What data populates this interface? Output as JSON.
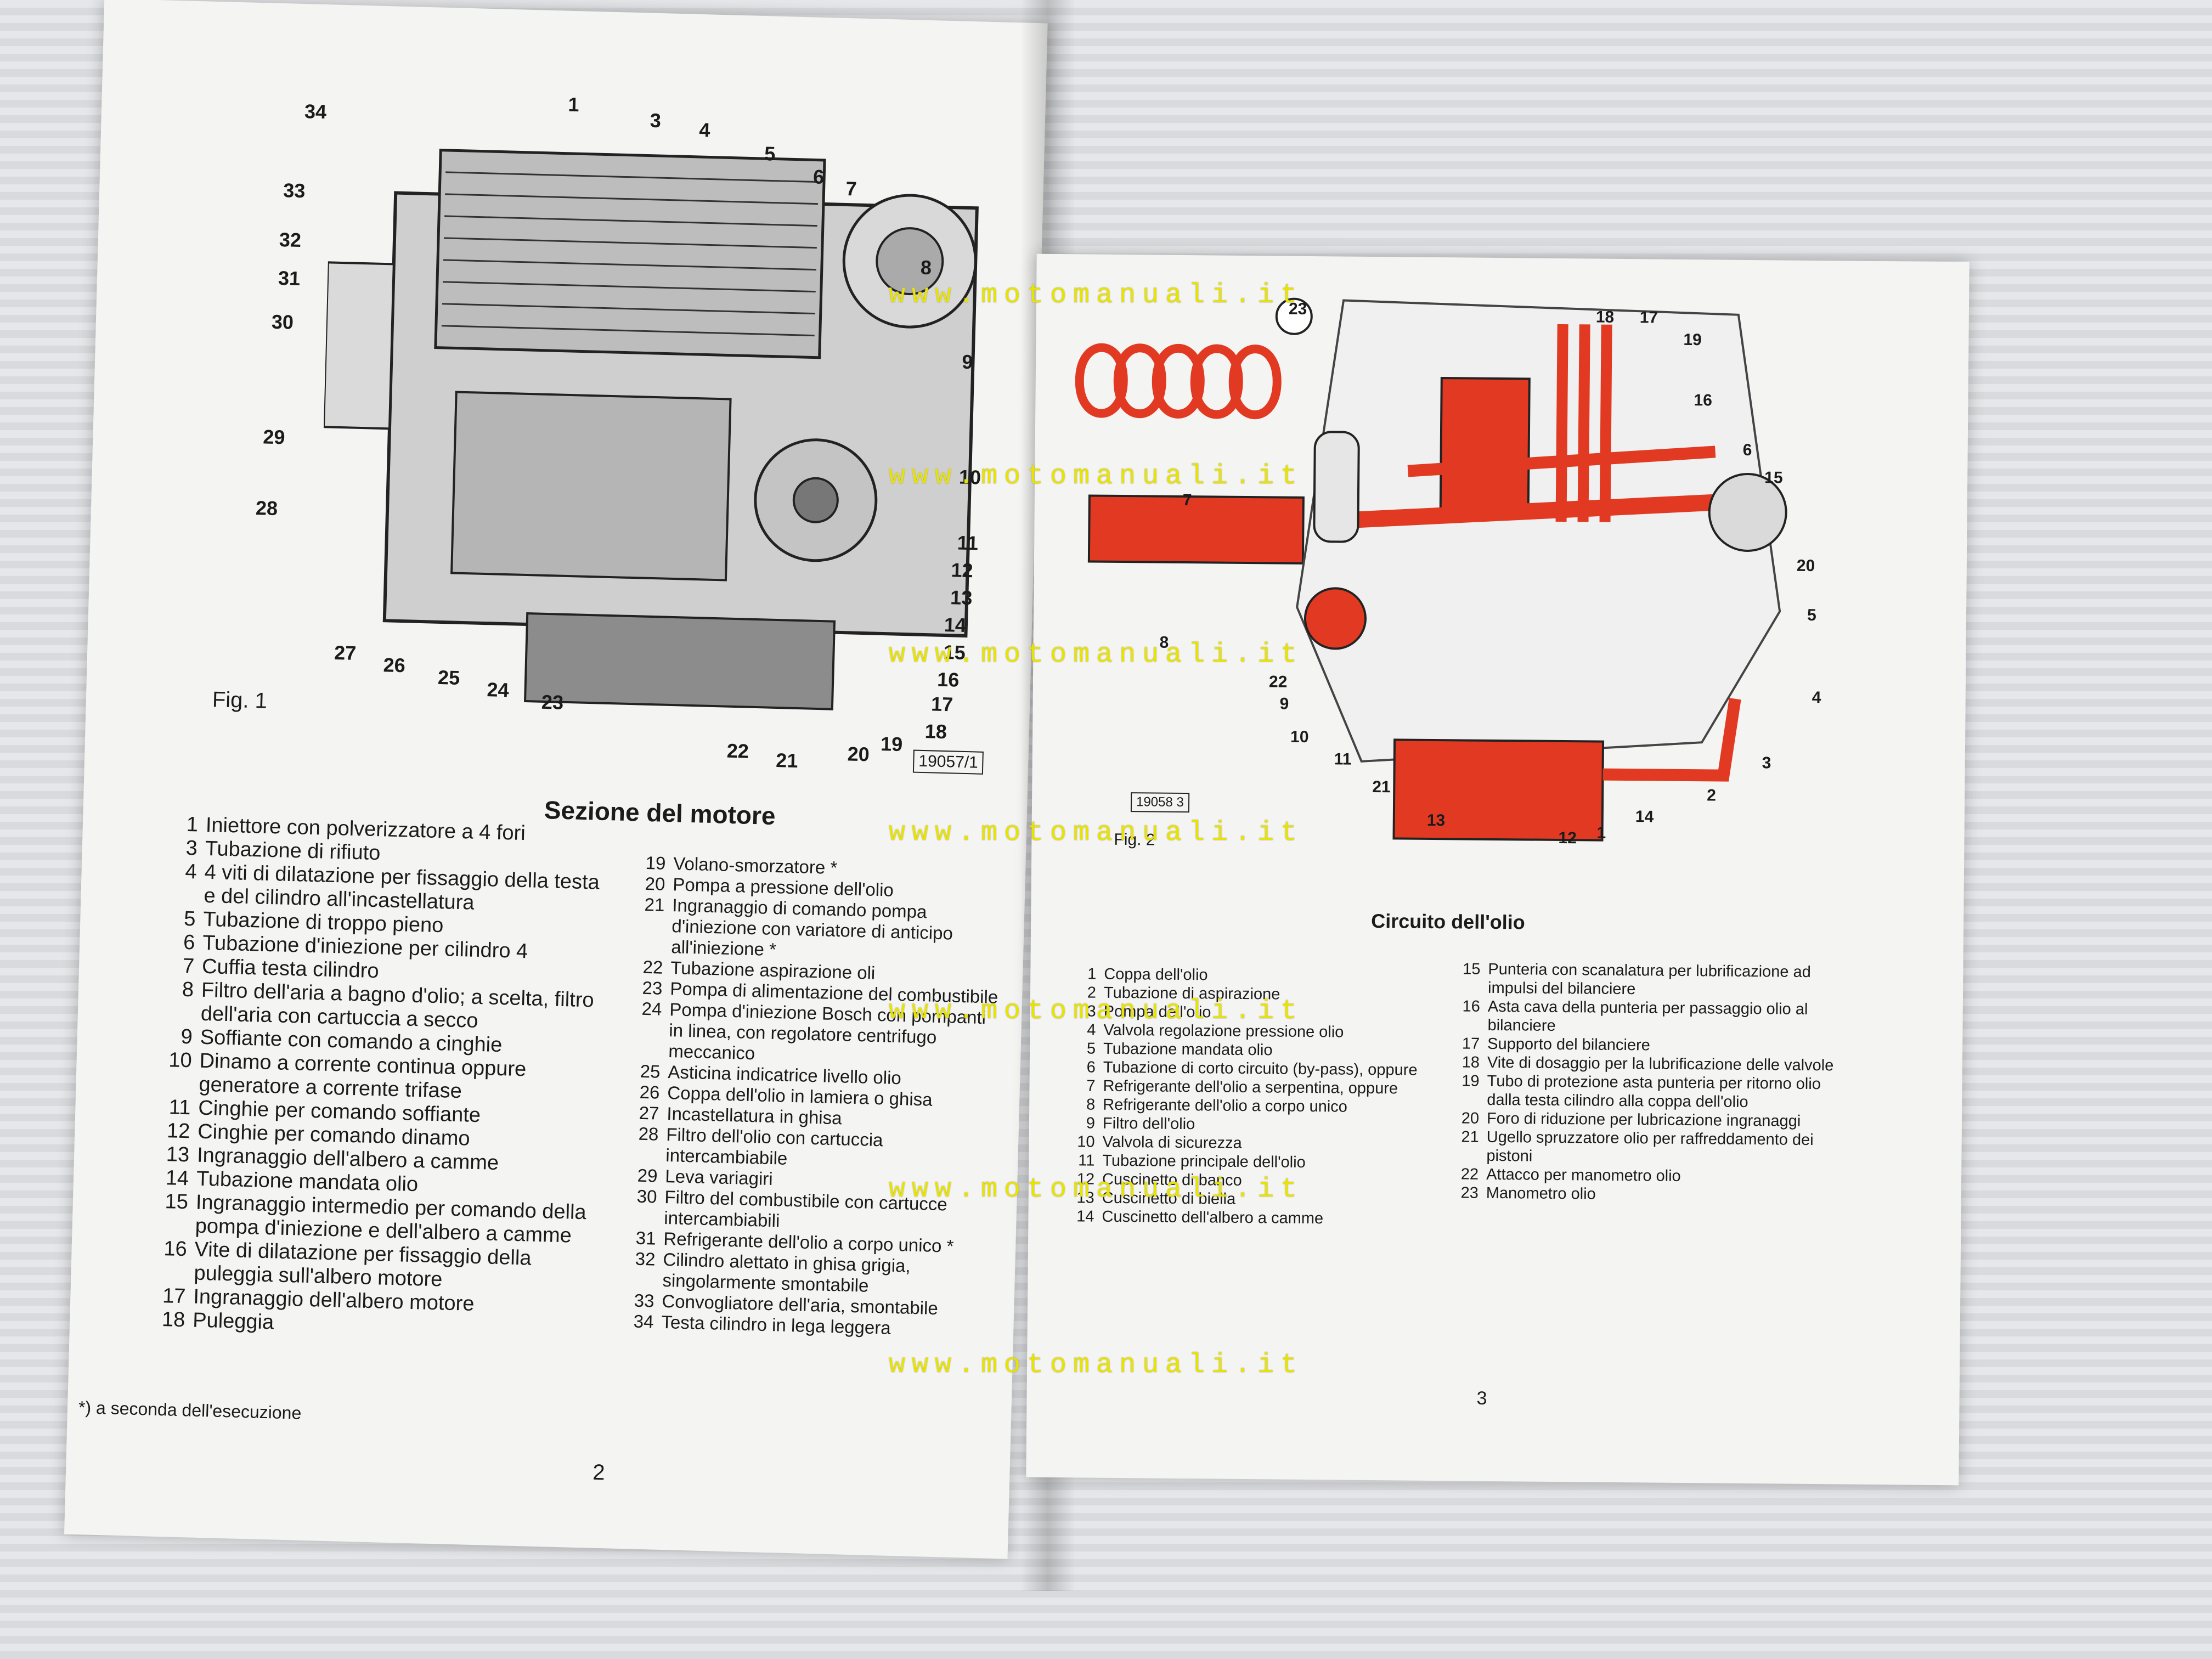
{
  "left_page": {
    "figure_label": "Fig. 1",
    "figure_ref": "19057/1",
    "callouts": [
      "34",
      "1",
      "3",
      "4",
      "5",
      "6",
      "7",
      "33",
      "8",
      "32",
      "31",
      "9",
      "30",
      "29",
      "10",
      "28",
      "11",
      "12",
      "13",
      "14",
      "15",
      "16",
      "17",
      "18",
      "27",
      "26",
      "25",
      "24",
      "23",
      "22",
      "21",
      "20",
      "19"
    ],
    "title": "Sezione del motore",
    "items_col1": [
      {
        "n": "1",
        "t": "Iniettore con polverizzatore a 4 fori"
      },
      {
        "n": "3",
        "t": "Tubazione di rifiuto"
      },
      {
        "n": "4",
        "t": "4 viti di dilatazione per fissaggio della testa e del cilindro all'incastellatura"
      },
      {
        "n": "5",
        "t": "Tubazione di troppo pieno"
      },
      {
        "n": "6",
        "t": "Tubazione d'iniezione per cilindro 4"
      },
      {
        "n": "7",
        "t": "Cuffia testa cilindro"
      },
      {
        "n": "8",
        "t": "Filtro dell'aria a bagno d'olio; a scelta, filtro dell'aria con cartuccia a secco"
      },
      {
        "n": "9",
        "t": "Soffiante con comando a cinghie"
      },
      {
        "n": "10",
        "t": "Dinamo a corrente continua oppure generatore a corrente trifase"
      },
      {
        "n": "11",
        "t": "Cinghie per comando soffiante"
      },
      {
        "n": "12",
        "t": "Cinghie per comando dinamo"
      },
      {
        "n": "13",
        "t": "Ingranaggio dell'albero a camme"
      },
      {
        "n": "14",
        "t": "Tubazione mandata olio"
      },
      {
        "n": "15",
        "t": "Ingranaggio intermedio per comando della pompa d'iniezione e dell'albero a camme"
      },
      {
        "n": "16",
        "t": "Vite di dilatazione per fissaggio della puleggia sull'albero motore"
      },
      {
        "n": "17",
        "t": "Ingranaggio dell'albero motore"
      },
      {
        "n": "18",
        "t": "Puleggia"
      }
    ],
    "items_col2": [
      {
        "n": "19",
        "t": "Volano-smorzatore *"
      },
      {
        "n": "20",
        "t": "Pompa a pressione dell'olio"
      },
      {
        "n": "21",
        "t": "Ingranaggio di comando pompa d'iniezione con variatore di anticipo all'iniezione *"
      },
      {
        "n": "22",
        "t": "Tubazione aspirazione oli"
      },
      {
        "n": "23",
        "t": "Pompa di alimentazione del combustibile"
      },
      {
        "n": "24",
        "t": "Pompa d'iniezione Bosch con pompanti in linea, con regolatore centrifugo meccanico"
      },
      {
        "n": "25",
        "t": "Asticina indicatrice livello olio"
      },
      {
        "n": "26",
        "t": "Coppa dell'olio in lamiera o ghisa"
      },
      {
        "n": "27",
        "t": "Incastellatura in ghisa"
      },
      {
        "n": "28",
        "t": "Filtro dell'olio con cartuccia intercambiabile"
      },
      {
        "n": "29",
        "t": "Leva variagiri"
      },
      {
        "n": "30",
        "t": "Filtro del combustibile con cartucce intercambiabili"
      },
      {
        "n": "31",
        "t": "Refrigerante dell'olio a corpo unico *"
      },
      {
        "n": "32",
        "t": "Cilindro alettato in ghisa grigia, singolarmente smontabile"
      },
      {
        "n": "33",
        "t": "Convogliatore dell'aria, smontabile"
      },
      {
        "n": "34",
        "t": "Testa cilindro in lega leggera"
      }
    ],
    "footnote": "*) a seconda dell'esecuzione",
    "page_number": "2"
  },
  "right_page": {
    "figure_label": "Fig. 2",
    "figure_ref": "19058 3",
    "callouts": [
      "23",
      "18",
      "17",
      "19",
      "16",
      "6",
      "15",
      "20",
      "5",
      "4",
      "3",
      "2",
      "14",
      "1",
      "12",
      "13",
      "21",
      "11",
      "10",
      "9",
      "22",
      "8",
      "7"
    ],
    "title": "Circuito dell'olio",
    "items_col1": [
      {
        "n": "1",
        "t": "Coppa dell'olio"
      },
      {
        "n": "2",
        "t": "Tubazione di aspirazione"
      },
      {
        "n": "3",
        "t": "Pompa dell'olio"
      },
      {
        "n": "4",
        "t": "Valvola regolazione pressione olio"
      },
      {
        "n": "5",
        "t": "Tubazione mandata olio"
      },
      {
        "n": "6",
        "t": "Tubazione di corto circuito (by-pass), oppure"
      },
      {
        "n": "7",
        "t": "Refrigerante dell'olio a serpentina, oppure"
      },
      {
        "n": "8",
        "t": "Refrigerante dell'olio a corpo unico"
      },
      {
        "n": "9",
        "t": "Filtro dell'olio"
      },
      {
        "n": "10",
        "t": "Valvola di sicurezza"
      },
      {
        "n": "11",
        "t": "Tubazione principale dell'olio"
      },
      {
        "n": "12",
        "t": "Cuscinetto di banco"
      },
      {
        "n": "13",
        "t": "Cuscinetto di biella"
      },
      {
        "n": "14",
        "t": "Cuscinetto dell'albero a camme"
      }
    ],
    "items_col2": [
      {
        "n": "15",
        "t": "Punteria con scanalatura per lubrificazione ad impulsi del bilanciere"
      },
      {
        "n": "16",
        "t": "Asta cava della punteria per passaggio olio al bilanciere"
      },
      {
        "n": "17",
        "t": "Supporto del bilanciere"
      },
      {
        "n": "18",
        "t": "Vite di dosaggio per la lubrificazione delle valvole"
      },
      {
        "n": "19",
        "t": "Tubo di protezione asta punteria per ritorno olio dalla testa cilindro alla coppa dell'olio"
      },
      {
        "n": "20",
        "t": "Foro di riduzione per lubricazione ingranaggi"
      },
      {
        "n": "21",
        "t": "Ugello spruzzatore olio per raffreddamento dei pistoni"
      },
      {
        "n": "22",
        "t": "Attacco per manometro olio"
      },
      {
        "n": "23",
        "t": "Manometro olio"
      }
    ],
    "page_number": "3"
  },
  "watermark": "www.motomanuali.it"
}
